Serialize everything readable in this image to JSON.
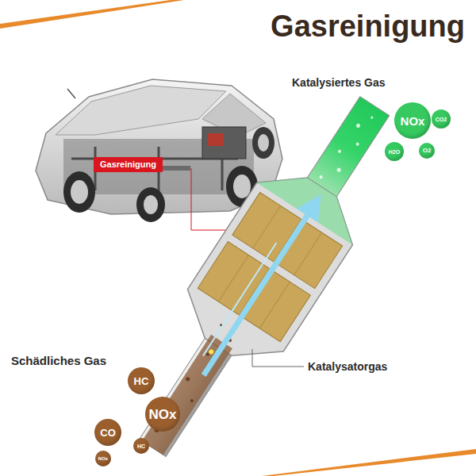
{
  "diagram": {
    "title": "Gasreinigung",
    "nodes": [
      {
        "text": [
          "Gasreinigung"
        ]
      },
      {
        "text": [
          "NOx"
        ]
      },
      {
        "text": [
          "CO2"
        ]
      },
      {
        "text": [
          "H2O"
        ]
      },
      {
        "text": [
          "O2"
        ]
      },
      {
        "text": [
          "HC"
        ]
      },
      {
        "text": [
          "NOx"
        ]
      },
      {
        "text": [
          "CO"
        ]
      },
      {
        "text": [
          "HC"
        ]
      },
      {
        "text": [
          "NOx"
        ]
      }
    ],
    "labels": [
      "Katalysiertes Gas",
      "Schädliches Gas",
      "Katalysatorgas"
    ]
  }
}
